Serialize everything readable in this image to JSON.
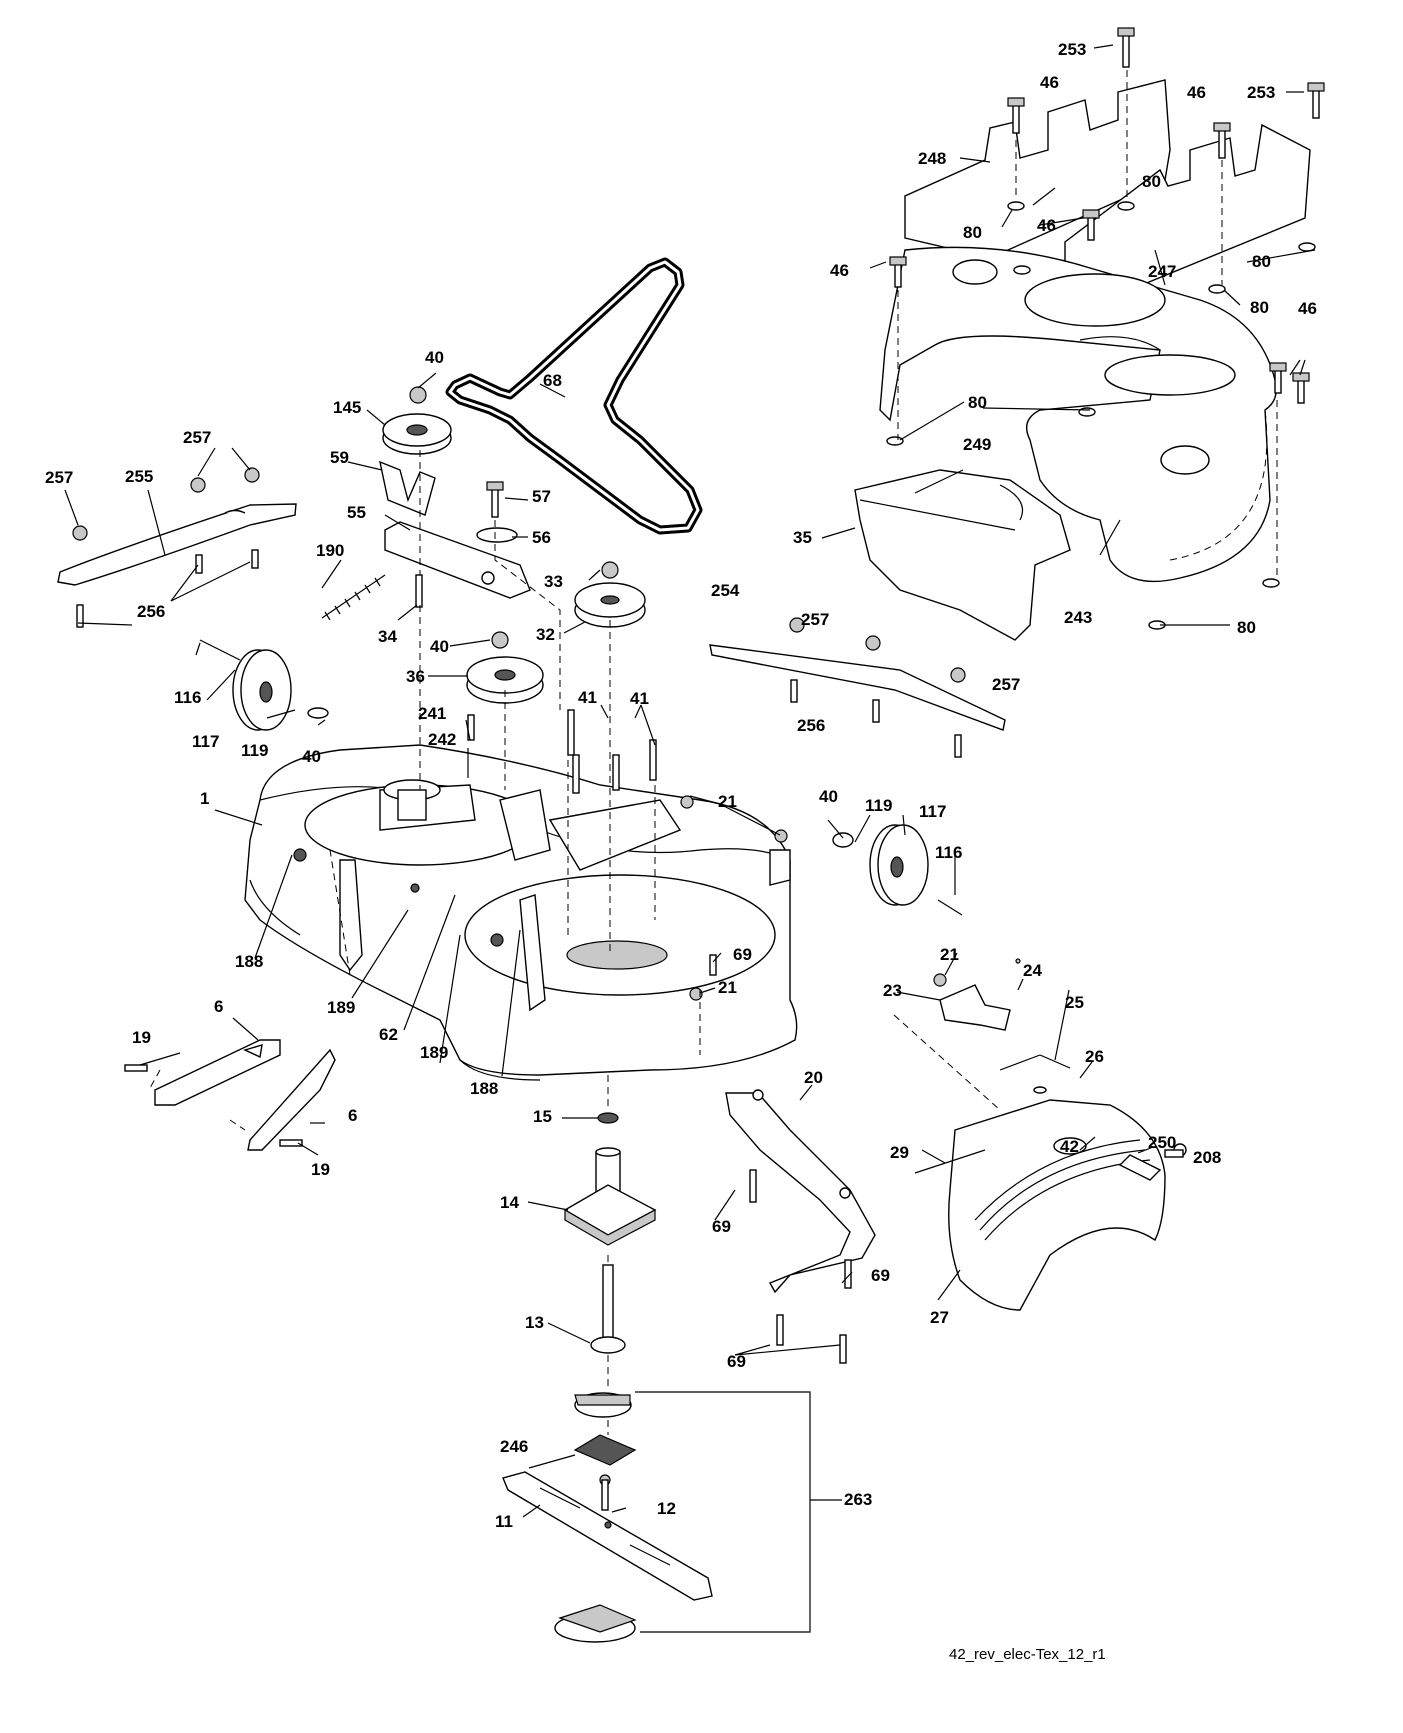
{
  "diagram_code": "42_rev_elec-Tex_12_r1",
  "labels": {
    "l1": "1",
    "l6a": "6",
    "l6b": "6",
    "l11": "11",
    "l12": "12",
    "l13": "13",
    "l14": "14",
    "l15": "15",
    "l19a": "19",
    "l19b": "19",
    "l20": "20",
    "l21a": "21",
    "l21b": "21",
    "l21c": "21",
    "l23": "23",
    "l24": "24",
    "l25": "25",
    "l26": "26",
    "l27": "27",
    "l29": "29",
    "l32": "32",
    "l33": "33",
    "l34": "34",
    "l35": "35",
    "l36": "36",
    "l40a": "40",
    "l40b": "40",
    "l40c": "40",
    "l40d": "40",
    "l41a": "41",
    "l41b": "41",
    "l46a": "46",
    "l46b": "46",
    "l46c": "46",
    "l46d": "46",
    "l46e": "46",
    "l55": "55",
    "l56": "56",
    "l57": "57",
    "l59": "59",
    "l62": "62",
    "l68": "68",
    "l69a": "69",
    "l69b": "69",
    "l69c": "69",
    "l69d": "69",
    "l80a": "80",
    "l80b": "80",
    "l80c": "80",
    "l80d": "80",
    "l80e": "80",
    "l80f": "80",
    "l116a": "116",
    "l116b": "116",
    "l117a": "117",
    "l117b": "117",
    "l119a": "119",
    "l119b": "119",
    "l145": "145",
    "l188a": "188",
    "l188b": "188",
    "l189a": "189",
    "l189b": "189",
    "l190": "190",
    "l208": "208",
    "l241": "241",
    "l242": "242",
    "l243": "243",
    "l246": "246",
    "l247": "247",
    "l248": "248",
    "l249": "249",
    "l250": "250",
    "l253a": "253",
    "l253b": "253",
    "l254": "254",
    "l255": "255",
    "l256a": "256",
    "l256b": "256",
    "l257a": "257",
    "l257b": "257",
    "l257c": "257",
    "l257d": "257",
    "l263": "263"
  },
  "emblem_text": "42"
}
